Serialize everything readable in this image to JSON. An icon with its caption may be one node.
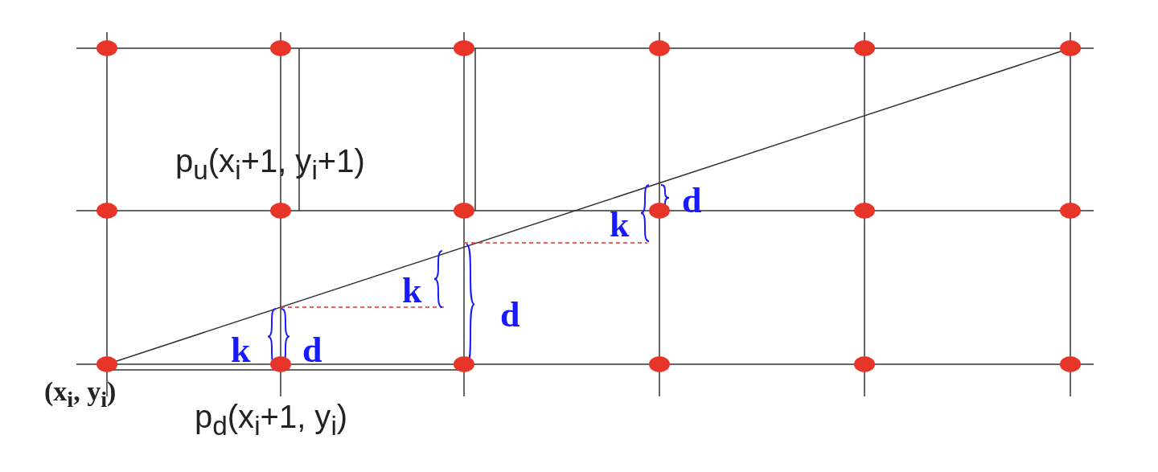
{
  "diagram": {
    "labels": [
      "p$_{u}$(x$_{i}$+1,  y$_{i}$+1)",
      "d",
      "k",
      "k",
      "d",
      "k",
      "d",
      "(x$_{i}$,  y$_{i}$)",
      "p$_{d}$(x$_{i}$+1,  y$_{i}$)"
    ]
  }
}
